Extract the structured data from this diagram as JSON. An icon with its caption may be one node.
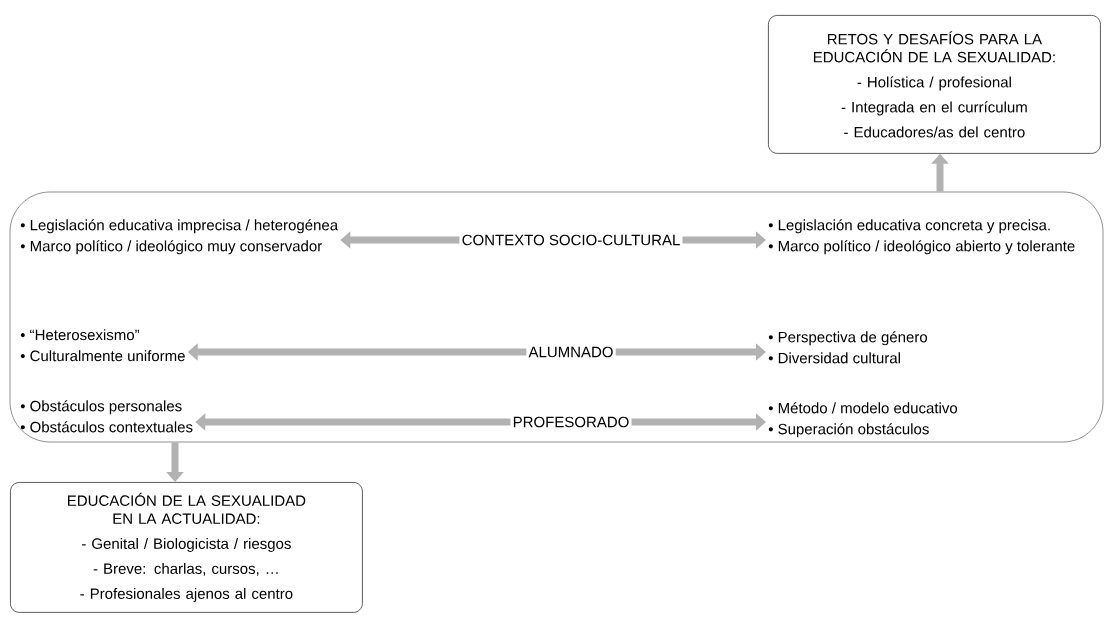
{
  "diagram": {
    "nodes": [
      {
        "text": [
          "RETOS Y DESAFÍOS PARA LA EDUCACIÓN DE LA SEXUALIDAD:",
          "- Holística / profesional",
          "- Integrada en el currículum",
          "- Educadores/as del centro"
        ]
      },
      {
        "text": [],
        "shape": "box"
      },
      {
        "text": [
          "• Legislación educativa imprecisa / heterogénea",
          "• Marco político / ideológico muy conservador"
        ],
        "in": 1
      },
      {
        "text": [
          "CONTEXTO SOCIO-CULTURAL"
        ],
        "in": 1
      },
      {
        "text": [
          "• Legislación educativa concreta y precisa.",
          "• Marco político / ideológico abierto y tolerante"
        ],
        "in": 1
      },
      {
        "text": [
          "• “Heterosexismo”",
          "• Culturalmente uniforme"
        ],
        "in": 1
      },
      {
        "text": [
          "ALUMNADO"
        ],
        "in": 1
      },
      {
        "text": [
          "• Perspectiva de género",
          "• Diversidad cultural"
        ],
        "in": 1
      },
      {
        "text": [
          "• Obstáculos personales",
          "• Obstáculos contextuales"
        ],
        "in": 1
      },
      {
        "text": [
          "PROFESORADO"
        ],
        "in": 1
      },
      {
        "text": [
          "• Método / modelo educativo",
          "• Superación obstáculos"
        ],
        "in": 1
      },
      {
        "text": [
          "EDUCACIÓN DE LA SEXUALIDAD EN LA ACTUALIDAD:",
          "- Genital / Biologicista / riesgos",
          "- Breve: charlas, cursos, …",
          "- Profesionales ajenos al centro"
        ]
      }
    ],
    "edges": [
      {
        "from": 1,
        "to": 0,
        "arrow": "to"
      },
      {
        "from": 3,
        "to": 2,
        "arrow": "to"
      },
      {
        "from": 3,
        "to": 4,
        "arrow": "to"
      },
      {
        "from": 6,
        "to": 5,
        "arrow": "to"
      },
      {
        "from": 6,
        "to": 7,
        "arrow": "to"
      },
      {
        "from": 9,
        "to": 8,
        "arrow": "to"
      },
      {
        "from": 9,
        "to": 10,
        "arrow": "to"
      },
      {
        "from": 1,
        "to": 11,
        "arrow": "to"
      }
    ]
  }
}
